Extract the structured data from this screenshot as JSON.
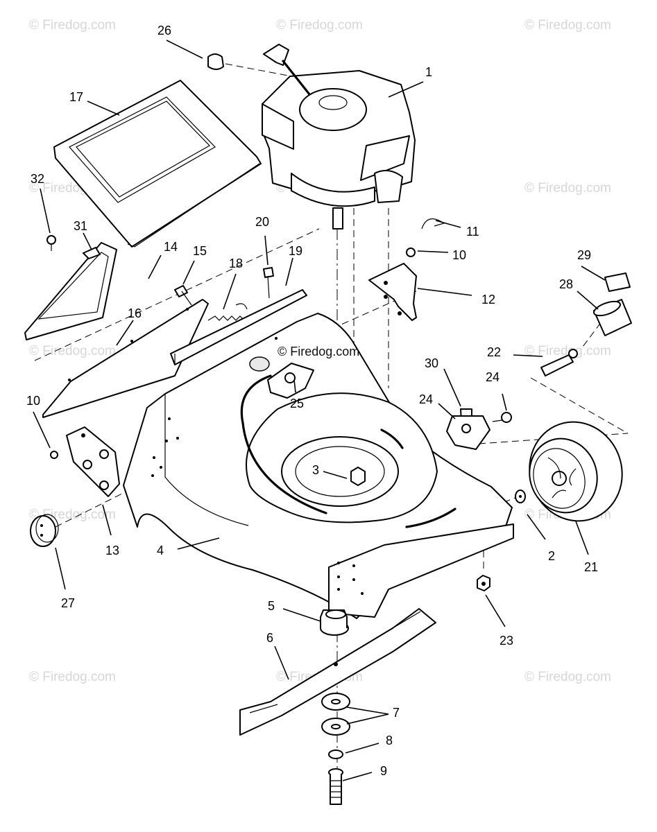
{
  "watermark": {
    "text": "© Firedog.com",
    "center_text": "© Firedog.com"
  },
  "callouts": {
    "c1": "1",
    "c2": "2",
    "c3": "3",
    "c4": "4",
    "c5": "5",
    "c6": "6",
    "c7": "7",
    "c8": "8",
    "c9": "9",
    "c10a": "10",
    "c10b": "10",
    "c11": "11",
    "c12": "12",
    "c13": "13",
    "c14": "14",
    "c15": "15",
    "c16": "16",
    "c17": "17",
    "c18": "18",
    "c19": "19",
    "c20": "20",
    "c21": "21",
    "c22": "22",
    "c23": "23",
    "c24a": "24",
    "c24b": "24",
    "c25": "25",
    "c26": "26",
    "c27": "27",
    "c28": "28",
    "c29": "29",
    "c30": "30",
    "c31": "31",
    "c32": "32"
  }
}
